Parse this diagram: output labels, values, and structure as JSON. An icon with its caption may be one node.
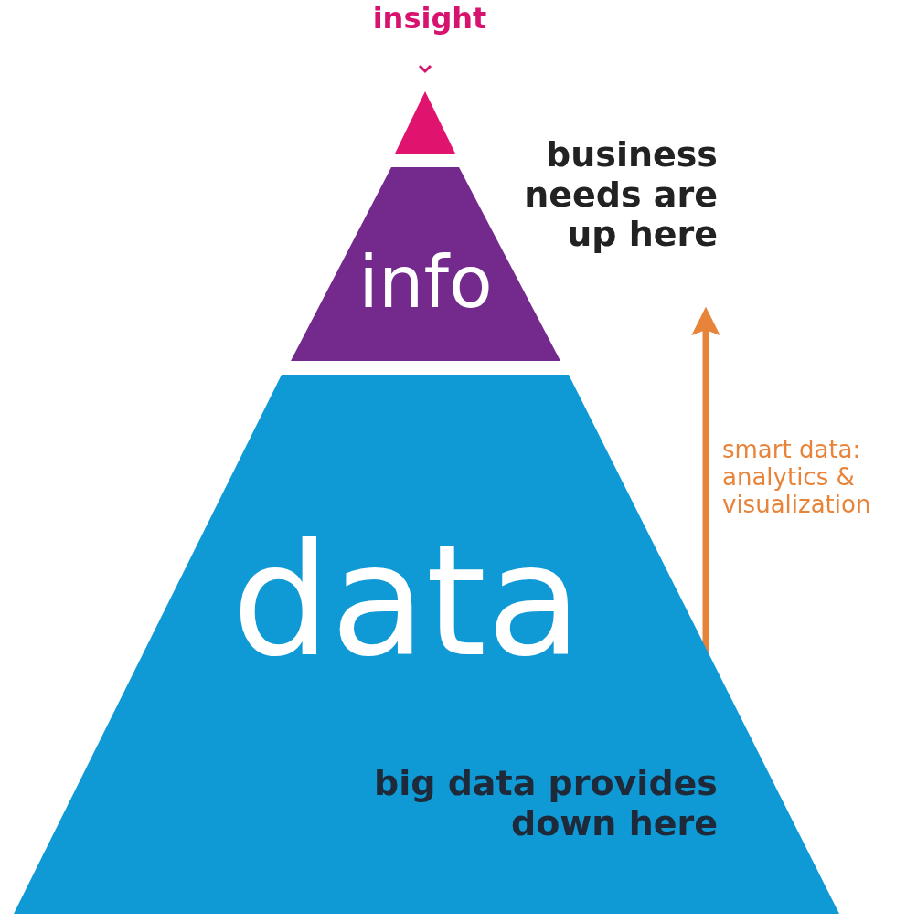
{
  "diagram": {
    "nodes": [
      {
        "text": [
          "insight"
        ]
      },
      {
        "text": [
          "info"
        ]
      },
      {
        "text": [
          "data"
        ]
      },
      {
        "text": [
          "business needs are up here"
        ]
      },
      {
        "text": [
          "big data provides down here"
        ],
        "in": 2
      }
    ],
    "edges": [
      {
        "from": 4,
        "to": 3,
        "arrow": "to",
        "label": "smart data: analytics & visualization",
        "color": "#e8843a"
      }
    ]
  }
}
